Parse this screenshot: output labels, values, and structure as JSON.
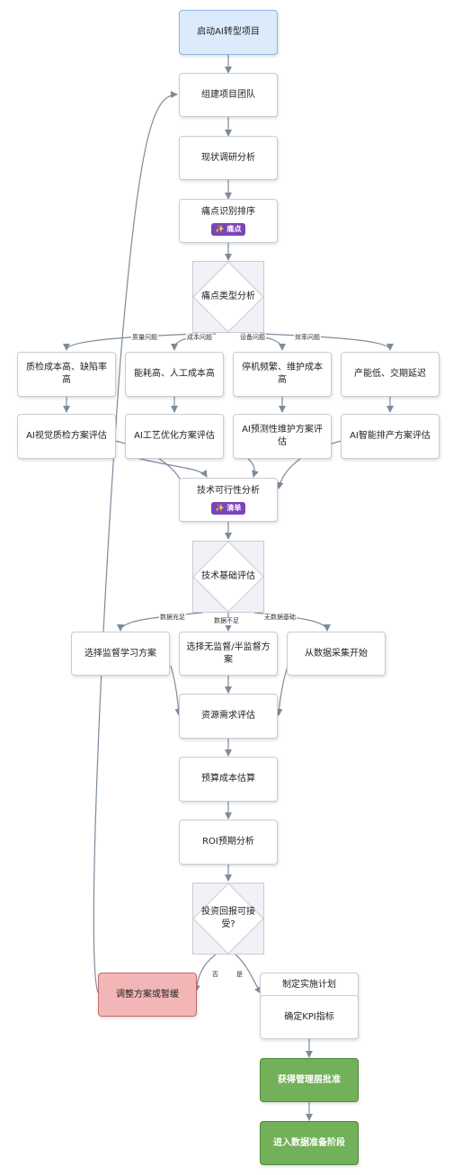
{
  "nodes": {
    "start": "启动AI转型项目",
    "team": "组建项目团队",
    "survey": "现状调研分析",
    "pain": "痛点识别排序",
    "pain_badge": "✨ 痛点",
    "pain_type": "痛点类型分析",
    "quality": "质检成本高、缺陷率高",
    "cost": "能耗高、人工成本高",
    "equipment": "停机频繁、维护成本高",
    "efficiency": "产能低、交期延迟",
    "ai_vision": "AI视觉质检方案评估",
    "ai_process": "AI工艺优化方案评估",
    "ai_predict": "AI预测性维护方案评估",
    "ai_schedule": "AI智能排产方案评估",
    "feasibility": "技术可行性分析",
    "feasibility_badge": "✨ 清单",
    "tech_base": "技术基础评估",
    "supervised": "选择监督学习方案",
    "unsupervised": "选择无监督/半监督方案",
    "data_collect": "从数据采集开始",
    "resource": "资源需求评估",
    "budget": "预算成本估算",
    "roi": "ROI预期分析",
    "roi_accept": "投资回报可接受?",
    "adjust": "调整方案或暂缓",
    "plan": "制定实施计划",
    "kpi": "确定KPI指标",
    "approval": "获得管理层批准",
    "data_prep": "进入数据准备阶段"
  },
  "edge_labels": {
    "quality": "质量问题",
    "cost": "成本问题",
    "equipment": "设备问题",
    "efficiency": "效率问题",
    "data_ok": "数据充足",
    "data_short": "数据不足",
    "data_none": "无数据基础",
    "no": "否",
    "yes": "是"
  },
  "colors": {
    "edge": "#7d8b9c",
    "start_fill": "#dcebfb",
    "reject_fill": "#f2b6b6",
    "approve_fill": "#72b05a",
    "badge": "#7a45b8"
  }
}
